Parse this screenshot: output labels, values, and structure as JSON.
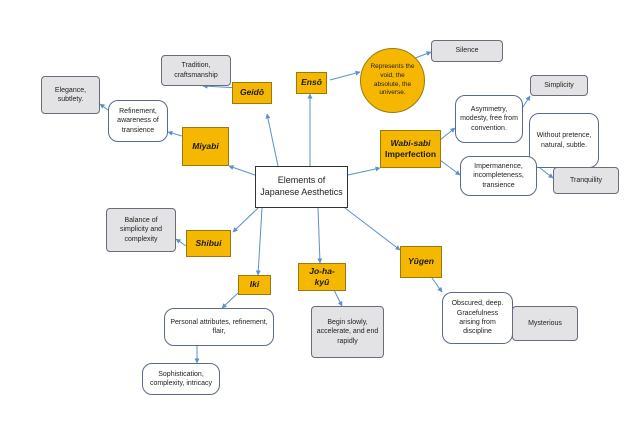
{
  "center": "Elements of Japanese Aesthetics",
  "concepts": {
    "geido": "Geidō",
    "enso": "Ensō",
    "miyabi": "Miyabi",
    "wabi_sabi_1": "Wabi-sabi",
    "wabi_sabi_2": "Imperfection",
    "shibui": "Shibui",
    "iki": "Iki",
    "johakyu": "Jo-ha-kyū",
    "yugen": "Yūgen"
  },
  "notes": {
    "tradition": "Tradition, craftsmanship",
    "elegance": "Elegance, subtlety.",
    "refinement_transience": "Refinement, awareness of transience",
    "enso_desc": "Represents the void, the absolute, the universe.",
    "silence": "Silence",
    "asymmetry": "Asymmetry, modesty, free from convention.",
    "simplicity": "Simplicity",
    "without_pretence": "Without pretence, natural, subtle.",
    "impermanence": "Impermanence, incompleteness, transience",
    "tranquility": "Tranquility",
    "balance": "Balance of simplicity and complexity",
    "personal": "Personal attributes, refinement, flair,",
    "sophistication": "Sophistication, complexity, intricacy",
    "begin_slowly": "Begin slowly, accelerate, and end rapidly",
    "obscured": "Obscured, deep. Gracefulness arising from discipline",
    "mysterious": "Mysterious"
  },
  "colors": {
    "concept_fill": "#f5b700",
    "note_fill": "#e3e3e6",
    "arrow": "#5b8fcf"
  }
}
